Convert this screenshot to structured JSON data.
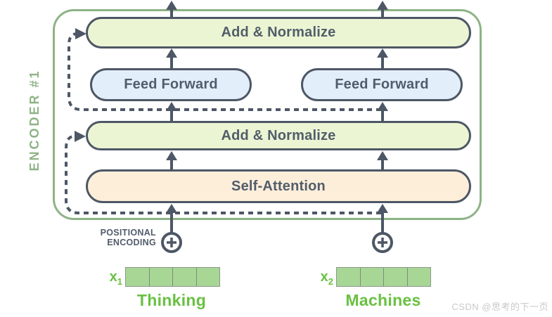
{
  "diagram": {
    "encoder_label": "ENCODER #1",
    "blocks": {
      "add_normalize_top": "Add & Normalize",
      "feed_forward_left": "Feed Forward",
      "feed_forward_right": "Feed Forward",
      "add_normalize_mid": "Add & Normalize",
      "self_attention": "Self-Attention"
    },
    "positional_encoding": {
      "label_line1": "POSITIONAL",
      "label_line2": "ENCODING",
      "icon": "plus-in-circle"
    },
    "inputs": [
      {
        "name": "x",
        "subscript": "1",
        "word": "Thinking",
        "vector_cells": 4
      },
      {
        "name": "x",
        "subscript": "2",
        "word": "Machines",
        "vector_cells": 4
      }
    ],
    "colors": {
      "encoder_outline": "#8eb386",
      "block_outline": "#4d5765",
      "arrow": "#4d5765",
      "add_normalize_fill": "#ecf5d3",
      "feed_forward_fill": "#e3eefb",
      "self_attention_fill": "#fdeeda",
      "vector_fill": "#a8d795",
      "input_text_green": "#68c141",
      "watermark_gray": "#c9c9c9"
    }
  },
  "watermark": "CSDN @思考的下一页"
}
